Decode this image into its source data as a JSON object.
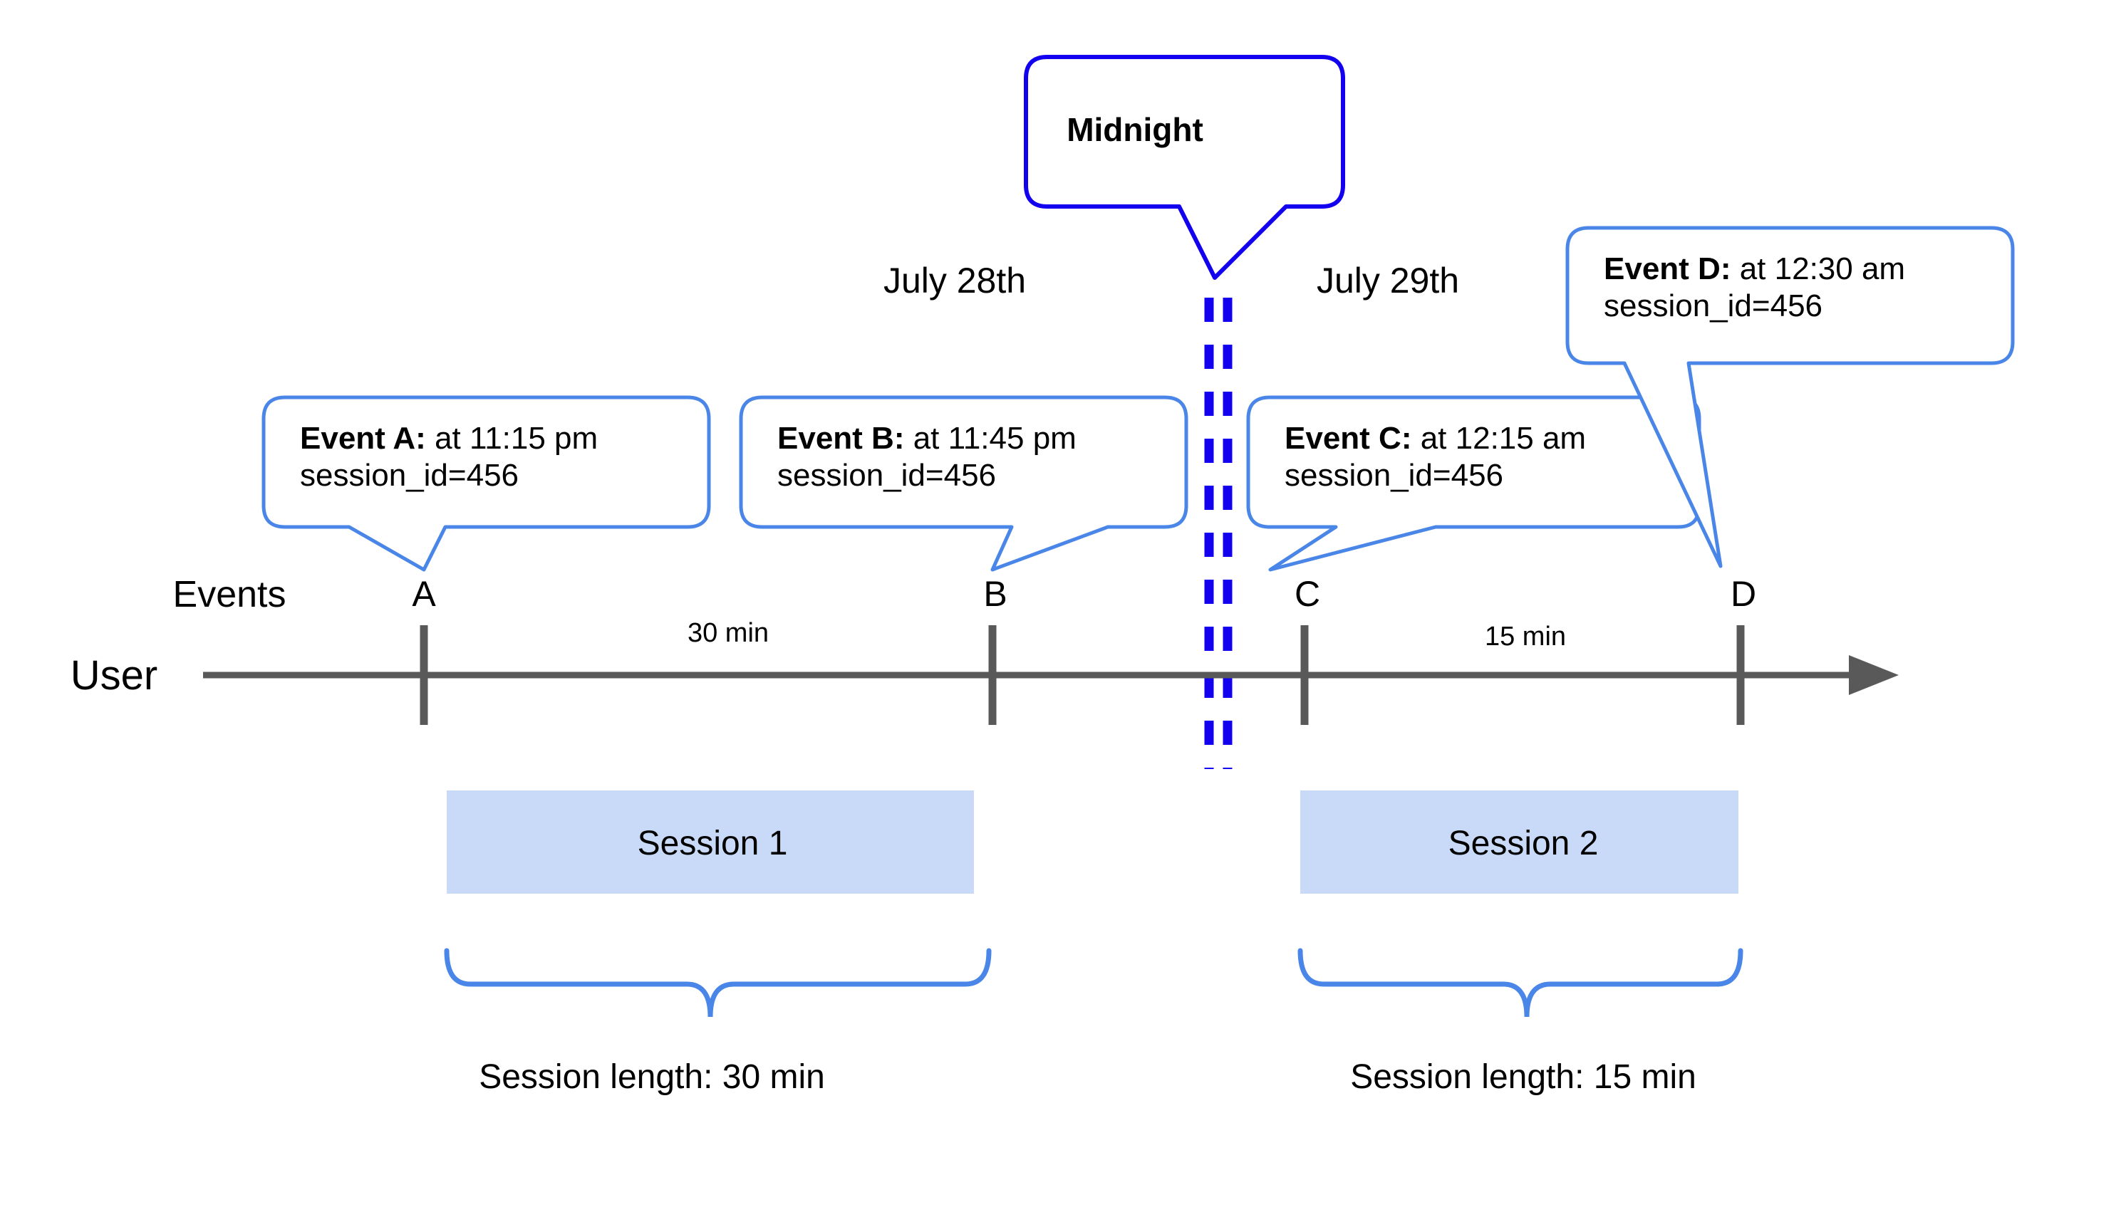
{
  "diagram": {
    "title_callout": {
      "label": "Midnight"
    },
    "dates": [
      {
        "label": "July 28th"
      },
      {
        "label": "July 29th"
      }
    ],
    "row_labels": {
      "events": "Events",
      "user": "User"
    },
    "events": [
      {
        "tick": "A",
        "name": "Event A:",
        "detail": " at 11:15 pm",
        "session_id": "session_id=456"
      },
      {
        "tick": "B",
        "name": "Event B:",
        "detail": " at 11:45 pm",
        "session_id": "session_id=456"
      },
      {
        "tick": "C",
        "name": "Event C:",
        "detail": " at 12:15 am",
        "session_id": "session_id=456"
      },
      {
        "tick": "D",
        "name": "Event D:",
        "detail": " at 12:30 am",
        "session_id": "session_id=456"
      }
    ],
    "gaps": [
      {
        "label": "30 min"
      },
      {
        "label": "15 min"
      }
    ],
    "sessions": [
      {
        "label": "Session 1",
        "length_label": "Session length: 30 min"
      },
      {
        "label": "Session 2",
        "length_label": "Session length: 15 min"
      }
    ],
    "colors": {
      "callout_border": "#4a86e8",
      "midnight_border": "#1200ee",
      "midnight_dash": "#1200ee",
      "session_fill": "#c9daf8",
      "brace": "#4a86e8",
      "axis": "#595959",
      "text": "#000000"
    }
  }
}
